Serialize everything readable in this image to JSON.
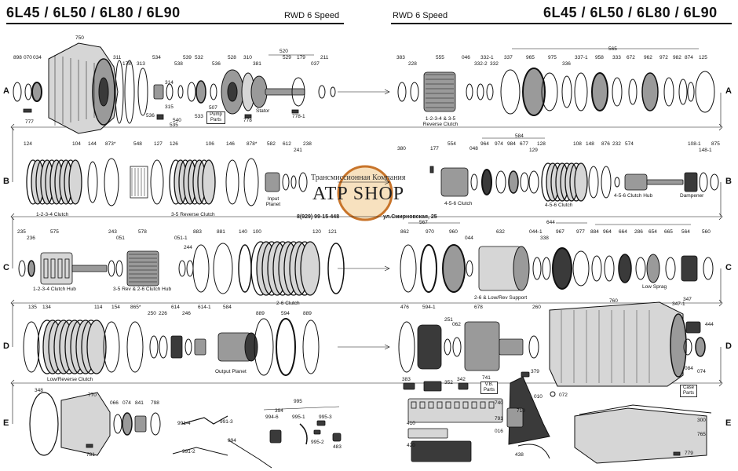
{
  "header": {
    "left_title": "6L45 / 6L50 / 6L80 / 6L90",
    "left_subtitle": "RWD 6 Speed",
    "right_subtitle": "RWD 6 Speed",
    "right_title": "6L45 / 6L50 / 6L80 / 6L90"
  },
  "rows": [
    "A",
    "B",
    "C",
    "D",
    "E"
  ],
  "watermark": {
    "line1": "Трансмиссионная Компания",
    "line2": "ATP SHOP",
    "phone": "8(929) 99-15-448",
    "address": "ул.Смирновская, 25"
  },
  "part_numbers": {
    "a_left": [
      "898",
      "070",
      "034",
      "750",
      "311",
      "178",
      "313",
      "534",
      "314",
      "315",
      "536",
      "540",
      "535",
      "538",
      "539",
      "532",
      "533",
      "528",
      "310",
      "381",
      "529",
      "179",
      "037",
      "211",
      "777",
      "507",
      "520",
      "536",
      "778-1",
      "778"
    ],
    "a_right": [
      "383",
      "228",
      "555",
      "046",
      "332-1",
      "332-2",
      "332",
      "337",
      "965",
      "975",
      "336",
      "337-1",
      "958",
      "333",
      "672",
      "962",
      "972",
      "982",
      "874",
      "125",
      "565"
    ],
    "b_left": [
      "124",
      "104",
      "144",
      "873*",
      "548",
      "127",
      "126",
      "106",
      "146",
      "878*",
      "582",
      "612",
      "241",
      "238"
    ],
    "b_right": [
      "380",
      "177",
      "554",
      "048",
      "964",
      "974",
      "984",
      "677",
      "129",
      "128",
      "108",
      "148",
      "876",
      "232",
      "574",
      "108-1",
      "148-1",
      "875",
      "584"
    ],
    "c_left": [
      "235",
      "236",
      "575",
      "243",
      "051",
      "578",
      "051-1",
      "883",
      "244",
      "881",
      "140",
      "100",
      "120",
      "121"
    ],
    "c_right": [
      "862",
      "970",
      "960",
      "044",
      "632",
      "044-1",
      "338",
      "967",
      "977",
      "884",
      "964",
      "664",
      "286",
      "654",
      "665",
      "564",
      "560",
      "567",
      "644"
    ],
    "d_left": [
      "135",
      "134",
      "114",
      "154",
      "865*",
      "250",
      "226",
      "614",
      "246",
      "614-1",
      "584",
      "889",
      "594",
      "889"
    ],
    "d_right": [
      "476",
      "594-1",
      "251",
      "062",
      "678",
      "260",
      "760",
      "347-1",
      "347",
      "444",
      "084",
      "074"
    ],
    "e_left": [
      "348",
      "770",
      "066",
      "074",
      "841",
      "798",
      "781",
      "991-4",
      "991-3",
      "991-2",
      "994",
      "995",
      "394",
      "994-6",
      "995-1",
      "995-3",
      "995-2",
      "483"
    ],
    "e_right": [
      "383",
      "352",
      "342",
      "741",
      "379",
      "010",
      "740",
      "791",
      "410",
      "016",
      "420",
      "072",
      "438",
      "300",
      "765",
      "779",
      "710"
    ]
  },
  "captions": {
    "reverse_clutch_a": "1-2-3-4 & 3-5 Reverse Clutch",
    "stator": "Stator",
    "pump_parts": "Pump Parts",
    "clutch_1234": "1-2-3-4 Clutch",
    "reverse_35": "3-5 Reverse Clutch",
    "input_planet": "Input Planet",
    "clutch_456": "4-5-6 Clutch",
    "clutch_456_b": "4-5-6 Clutch",
    "clutch_456_hub": "4-5-6 Clutch Hub",
    "dampener": "Dampener",
    "hub_1234": "1-2-3-4 Clutch Hub",
    "hub_35rev": "3-5 Rev & 2-6 Clutch Hub",
    "clutch_26": "2-6 Clutch",
    "support_26": "2-6 & Low/Rev Support",
    "low_sprag": "Low Sprag",
    "low_rev_clutch": "Low/Reverse Clutch",
    "output_planet": "Output Planet",
    "case_parts": "Case Parts",
    "vb_parts": "V.B. Parts"
  },
  "colors": {
    "ink": "#111111",
    "metal": "#9a9a9a",
    "dark": "#3a3a3a",
    "light": "#d6d6d6"
  }
}
